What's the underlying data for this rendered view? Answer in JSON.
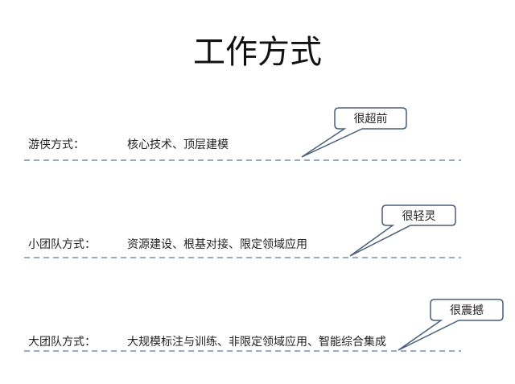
{
  "title": "工作方式",
  "rows": [
    {
      "label": "游侠方式：",
      "content": "核心技术、顶层建模",
      "callout": "很超前"
    },
    {
      "label": "小团队方式：",
      "content": "资源建设、根基对接、限定领域应用",
      "callout": "很轻灵"
    },
    {
      "label": "大团队方式：",
      "content": "大规模标注与训练、非限定领域应用、智能综合集成",
      "callout": "很震撼"
    }
  ],
  "colors": {
    "callout_border": "#4a5f7a",
    "dashed_line": "#7f8fa6"
  }
}
